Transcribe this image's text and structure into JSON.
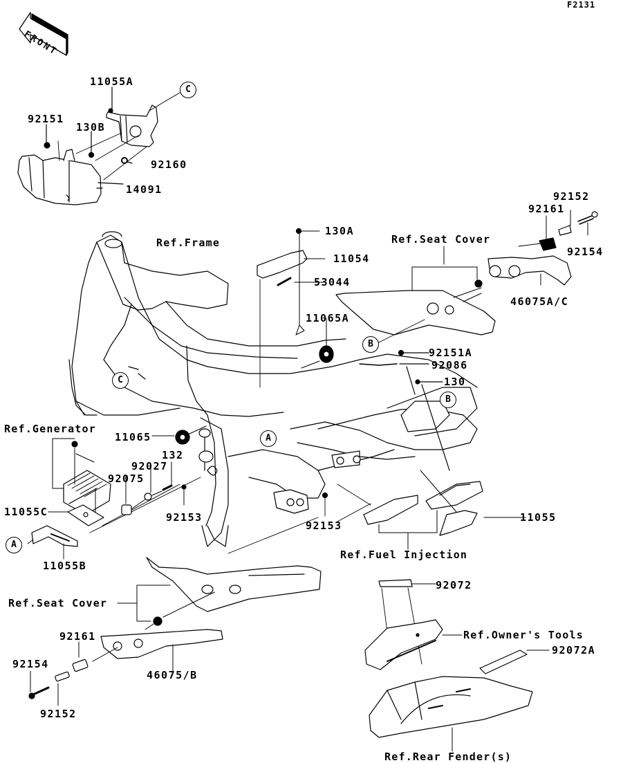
{
  "diagram": {
    "code": "F2131",
    "front_label": "FRONT",
    "callouts": {
      "a": "A",
      "b": "B",
      "c": "C"
    },
    "parts": {
      "p11055A": "11055A",
      "p92151": "92151",
      "p130B": "130B",
      "p92160": "92160",
      "p14091": "14091",
      "p130A": "130A",
      "p11054": "11054",
      "p53044": "53044",
      "p11065A": "11065A",
      "p92151A": "92151A",
      "p92086": "92086",
      "p130": "130",
      "p92152_top": "92152",
      "p92161_top": "92161",
      "p92154_top": "92154",
      "p46075AC": "46075A/C",
      "p11065": "11065",
      "p132": "132",
      "p92027": "92027",
      "p92075": "92075",
      "p11055C": "11055C",
      "p11055B": "11055B",
      "p92153_left": "92153",
      "p92153_mid": "92153",
      "p11055": "11055",
      "p92072": "92072",
      "p92072A": "92072A",
      "p92161_bot": "92161",
      "p92154_bot": "92154",
      "p92152_bot": "92152",
      "p46075B": "46075/B"
    },
    "references": {
      "frame": "Ref.Frame",
      "seat_cover_top": "Ref.Seat Cover",
      "generator": "Ref.Generator",
      "fuel_injection": "Ref.Fuel Injection",
      "seat_cover_bottom": "Ref.Seat Cover",
      "owners_tools": "Ref.Owner's Tools",
      "rear_fender": "Ref.Rear Fender(s)"
    }
  }
}
